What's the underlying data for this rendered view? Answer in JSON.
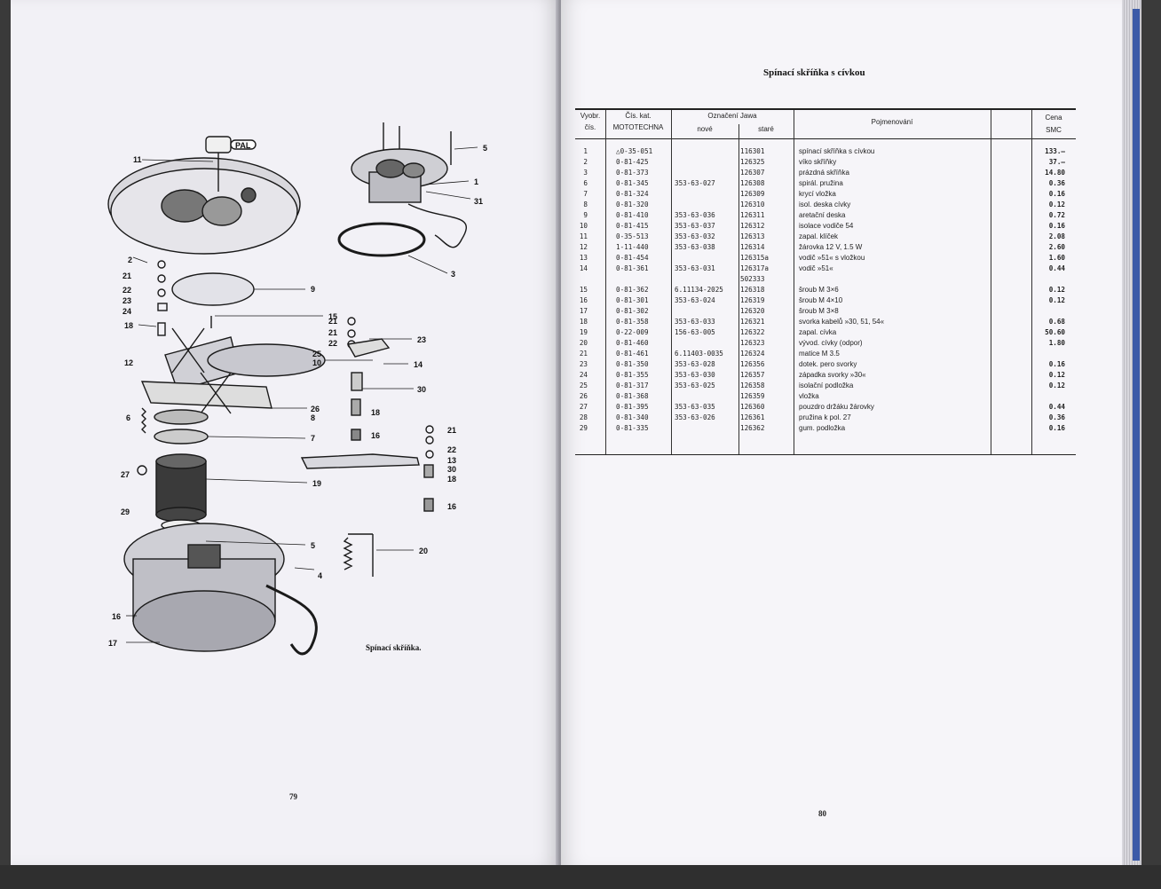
{
  "left_page": {
    "caption": "Spínací skříňka.",
    "page_number": "79",
    "callouts": [
      {
        "label": "11"
      },
      {
        "label": "5"
      },
      {
        "label": "1"
      },
      {
        "label": "31"
      },
      {
        "label": "2"
      },
      {
        "label": "3"
      },
      {
        "label": "21"
      },
      {
        "label": "22"
      },
      {
        "label": "23"
      },
      {
        "label": "24"
      },
      {
        "label": "9"
      },
      {
        "label": "15"
      },
      {
        "label": "18"
      },
      {
        "label": "21"
      },
      {
        "label": "21"
      },
      {
        "label": "22"
      },
      {
        "label": "23"
      },
      {
        "label": "25"
      },
      {
        "label": "10"
      },
      {
        "label": "12"
      },
      {
        "label": "14"
      },
      {
        "label": "30"
      },
      {
        "label": "26"
      },
      {
        "label": "8"
      },
      {
        "label": "6"
      },
      {
        "label": "18"
      },
      {
        "label": "7"
      },
      {
        "label": "16"
      },
      {
        "label": "21"
      },
      {
        "label": "22"
      },
      {
        "label": "13"
      },
      {
        "label": "30"
      },
      {
        "label": "18"
      },
      {
        "label": "27"
      },
      {
        "label": "19"
      },
      {
        "label": "16"
      },
      {
        "label": "29"
      },
      {
        "label": "5"
      },
      {
        "label": "20"
      },
      {
        "label": "4"
      },
      {
        "label": "16"
      },
      {
        "label": "17"
      }
    ],
    "key_tag": "PAL"
  },
  "right_page": {
    "title": "Spínací skříňka s cívkou",
    "page_number": "80",
    "headers": {
      "pos_line1": "Vyobr.",
      "pos_line2": "čís.",
      "cat_line1": "Čís. kat.",
      "cat_line2": "MOTOTECHNA",
      "jawa": "Označení Jawa",
      "jawa_new": "nové",
      "jawa_old": "staré",
      "name": "Pojmenování",
      "price_line1": "Cena",
      "price_line2": "SMC"
    },
    "rows": [
      {
        "pos": "1",
        "cat": "△0-35-051",
        "new": "",
        "old": "116301",
        "name": "spínací skříňka s cívkou",
        "price": "133.—"
      },
      {
        "pos": "2",
        "cat": "0-81-425",
        "new": "",
        "old": "126325",
        "name": "víko skříňky",
        "price": "37.—"
      },
      {
        "pos": "3",
        "cat": "0-81-373",
        "new": "",
        "old": "126307",
        "name": "prázdná skříňka",
        "price": "14.80"
      },
      {
        "pos": "6",
        "cat": "0-81-345",
        "new": "353-63-027",
        "old": "126308",
        "name": "spirál. pružina",
        "price": "0.36"
      },
      {
        "pos": "7",
        "cat": "0-81-324",
        "new": "",
        "old": "126309",
        "name": "krycí vložka",
        "price": "0.16"
      },
      {
        "pos": "8",
        "cat": "0-81-320",
        "new": "",
        "old": "126310",
        "name": "isol. deska cívky",
        "price": "0.12"
      },
      {
        "pos": "9",
        "cat": "0-81-410",
        "new": "353-63-036",
        "old": "126311",
        "name": "aretační deska",
        "price": "0.72"
      },
      {
        "pos": "10",
        "cat": "0-81-415",
        "new": "353-63-037",
        "old": "126312",
        "name": "isolace vodiče 54",
        "price": "0.16"
      },
      {
        "pos": "11",
        "cat": "0-35-513",
        "new": "353-63-032",
        "old": "126313",
        "name": "zapal. klíček",
        "price": "2.08"
      },
      {
        "pos": "12",
        "cat": "1-11-440",
        "new": "353-63-038",
        "old": "126314",
        "name": "žárovka 12 V, 1.5 W",
        "price": "2.60"
      },
      {
        "pos": "13",
        "cat": "0-81-454",
        "new": "",
        "old": "126315a",
        "name": "vodič »51« s vložkou",
        "price": "1.60"
      },
      {
        "pos": "14",
        "cat": "0-81-361",
        "new": "353-63-031",
        "old": "126317a",
        "name": "vodič »51«",
        "price": "0.44"
      },
      {
        "pos": "",
        "cat": "",
        "new": "",
        "old": "502333",
        "name": "",
        "price": ""
      },
      {
        "pos": "15",
        "cat": "0-81-362",
        "new": "6.11134-2025",
        "old": "126318",
        "name": "šroub M 3×6",
        "price": "0.12"
      },
      {
        "pos": "16",
        "cat": "0-81-301",
        "new": "353-63-024",
        "old": "126319",
        "name": "šroub M 4×10",
        "price": "0.12"
      },
      {
        "pos": "17",
        "cat": "0-81-302",
        "new": "",
        "old": "126320",
        "name": "šroub M 3×8",
        "price": ""
      },
      {
        "pos": "18",
        "cat": "0-81-358",
        "new": "353-63-033",
        "old": "126321",
        "name": "svorka kabelů »30, 51, 54«",
        "price": "0.68"
      },
      {
        "pos": "19",
        "cat": "0-22-009",
        "new": "156-63-005",
        "old": "126322",
        "name": "zapal. cívka",
        "price": "50.60"
      },
      {
        "pos": "20",
        "cat": "0-81-460",
        "new": "",
        "old": "126323",
        "name": "vývod. cívky (odpor)",
        "price": "1.80"
      },
      {
        "pos": "21",
        "cat": "0-81-461",
        "new": "6.11403-0035",
        "old": "126324",
        "name": "matice M 3.5",
        "price": ""
      },
      {
        "pos": "23",
        "cat": "0-81-350",
        "new": "353-63-028",
        "old": "126356",
        "name": "dotek. pero svorky",
        "price": "0.16"
      },
      {
        "pos": "24",
        "cat": "0-81-355",
        "new": "353-63-030",
        "old": "126357",
        "name": "západka svorky »30«",
        "price": "0.12"
      },
      {
        "pos": "25",
        "cat": "0-81-317",
        "new": "353-63-025",
        "old": "126358",
        "name": "isolační podložka",
        "price": "0.12"
      },
      {
        "pos": "26",
        "cat": "0-81-368",
        "new": "",
        "old": "126359",
        "name": "vložka",
        "price": ""
      },
      {
        "pos": "27",
        "cat": "0-81-395",
        "new": "353-63-035",
        "old": "126360",
        "name": "pouzdro držáku žárovky",
        "price": "0.44"
      },
      {
        "pos": "28",
        "cat": "0-81-340",
        "new": "353-63-026",
        "old": "126361",
        "name": "pružina k pol. 27",
        "price": "0.36"
      },
      {
        "pos": "29",
        "cat": "0-81-335",
        "new": "",
        "old": "126362",
        "name": "gum. podložka",
        "price": "0.16"
      }
    ]
  }
}
